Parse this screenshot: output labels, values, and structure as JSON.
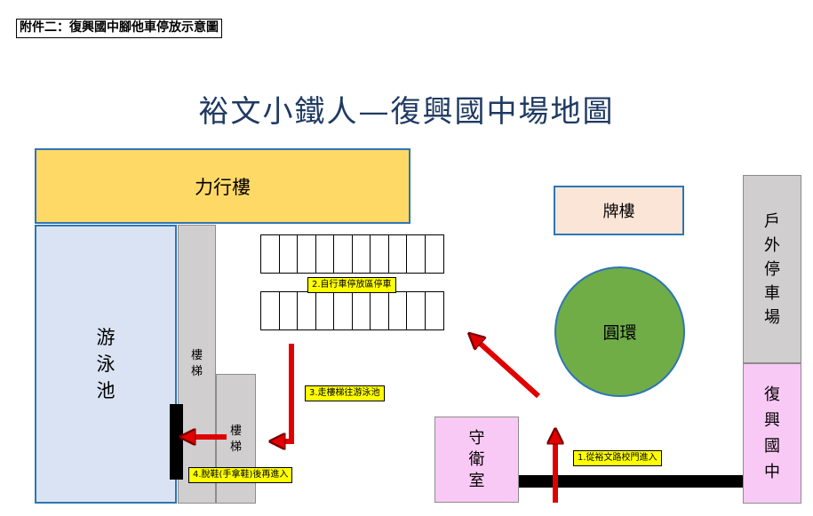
{
  "caption": "附件二：復興國中腳他車停放示意圖",
  "title": "裕文小鐵人—復興國中場地圖",
  "buildings": {
    "liheng": "力行樓",
    "pool": [
      "游",
      "泳",
      "池"
    ],
    "stairs_label": [
      "樓",
      "梯"
    ],
    "pailou": "牌樓",
    "circle": "圓環",
    "parking": [
      "戶",
      "外",
      "停",
      "車",
      "場"
    ],
    "school": [
      "復",
      "興",
      "國",
      "中"
    ],
    "guard": [
      "守",
      "衛",
      "室"
    ]
  },
  "notes": {
    "step1": "1.從裕文路校門進入",
    "step2": "2.自行車停放區停車",
    "step3": "3.走樓梯往游泳池",
    "step4": "4.脫鞋(手拿鞋)後再進入"
  },
  "colors": {
    "arrow": "#e00000",
    "liheng": "#ffd966",
    "pool": "#dae3f3",
    "circle": "#70ad47",
    "pink": "#f9c9f5",
    "gray": "#d0cece",
    "note": "#ffff00"
  }
}
